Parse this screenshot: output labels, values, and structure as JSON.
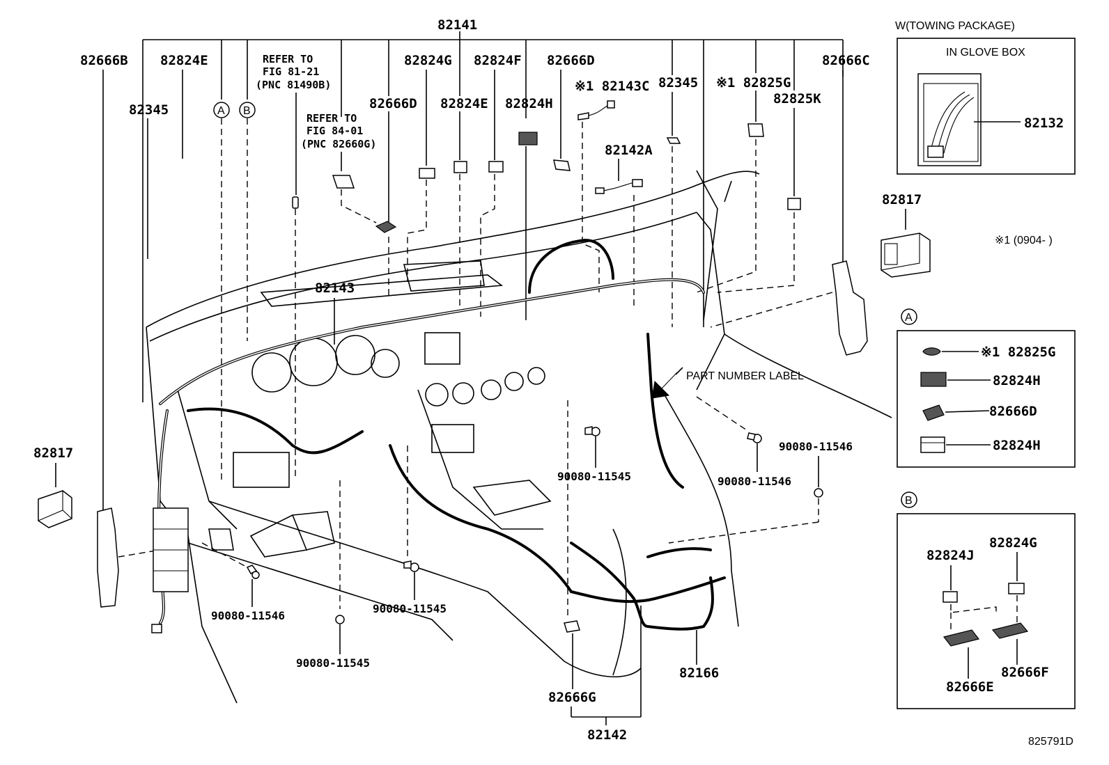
{
  "labels": {
    "p82141": "82141",
    "p82666B": "82666B",
    "p82824E_left": "82824E",
    "p82345_left": "82345",
    "circle_a": "A",
    "circle_b": "B",
    "refer1_line1": "REFER TO",
    "refer1_line2": "FIG 81-21",
    "refer1_line3": "(PNC 81490B)",
    "refer2_line1": "REFER TO",
    "refer2_line2": "FIG 84-01",
    "refer2_line3": "(PNC 82660G)",
    "p82666D_a": "82666D",
    "p82824G": "82824G",
    "p82824E_mid": "82824E",
    "p82824F": "82824F",
    "p82824H": "82824H",
    "p82666D_b": "82666D",
    "p82143C": "※1 82143C",
    "p82142A": "82142A",
    "p82345_right": "82345",
    "p82825G": "※1 82825G",
    "p82825K": "82825K",
    "p82666C": "82666C",
    "p82143": "82143",
    "part_number_label": "PART NUMBER LABEL",
    "p82817_left": "82817",
    "p90080_left": "90080-11546",
    "p90080_bottom_left": "90080-11545",
    "p90080_bottom_mid": "90080-11545",
    "p90080_center": "90080-11545",
    "p90080_right_a": "90080-11546",
    "p90080_right_b": "90080-11546",
    "p82166": "82166",
    "p82666G": "82666G",
    "p82142": "82142"
  },
  "towing_box": {
    "title": "W(TOWING PACKAGE)",
    "subtitle": "IN GLOVE BOX",
    "part": "82132"
  },
  "side": {
    "p82817": "82817",
    "note": "※1 (0904-      )"
  },
  "box_a": {
    "circle": "A",
    "items": [
      "※1 82825G",
      "82824H",
      "82666D",
      "82824H"
    ]
  },
  "box_b": {
    "circle": "B",
    "p82824J": "82824J",
    "p82824G": "82824G",
    "p82666E": "82666E",
    "p82666F": "82666F"
  },
  "figure_id": "825791D",
  "colors": {
    "ink": "#000000",
    "paper": "#ffffff"
  }
}
